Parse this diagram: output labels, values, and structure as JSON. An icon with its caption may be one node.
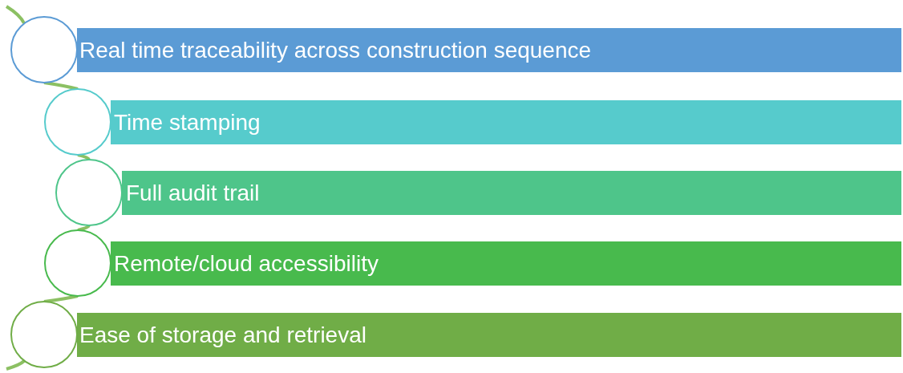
{
  "diagram": {
    "nodes": [
      {
        "text": [],
        "shape": "circle"
      },
      {
        "text": [
          "Real time traceability across construction sequence"
        ]
      },
      {
        "text": [],
        "shape": "circle"
      },
      {
        "text": [
          "Time stamping"
        ]
      },
      {
        "text": [],
        "shape": "circle"
      },
      {
        "text": [
          "Full audit trail"
        ]
      },
      {
        "text": [],
        "shape": "circle"
      },
      {
        "text": [
          "Remote/cloud accessibility"
        ]
      },
      {
        "text": [],
        "shape": "circle"
      },
      {
        "text": [
          "Ease of storage and retrieval"
        ]
      }
    ],
    "edges": [
      {
        "from": null,
        "to": 0,
        "arrow": "none"
      },
      {
        "from": 0,
        "to": 2,
        "arrow": "none"
      },
      {
        "from": 2,
        "to": 4,
        "arrow": "none"
      },
      {
        "from": 4,
        "to": 6,
        "arrow": "none"
      },
      {
        "from": 6,
        "to": 8,
        "arrow": "none"
      },
      {
        "from": 8,
        "to": null,
        "arrow": "none"
      }
    ]
  }
}
